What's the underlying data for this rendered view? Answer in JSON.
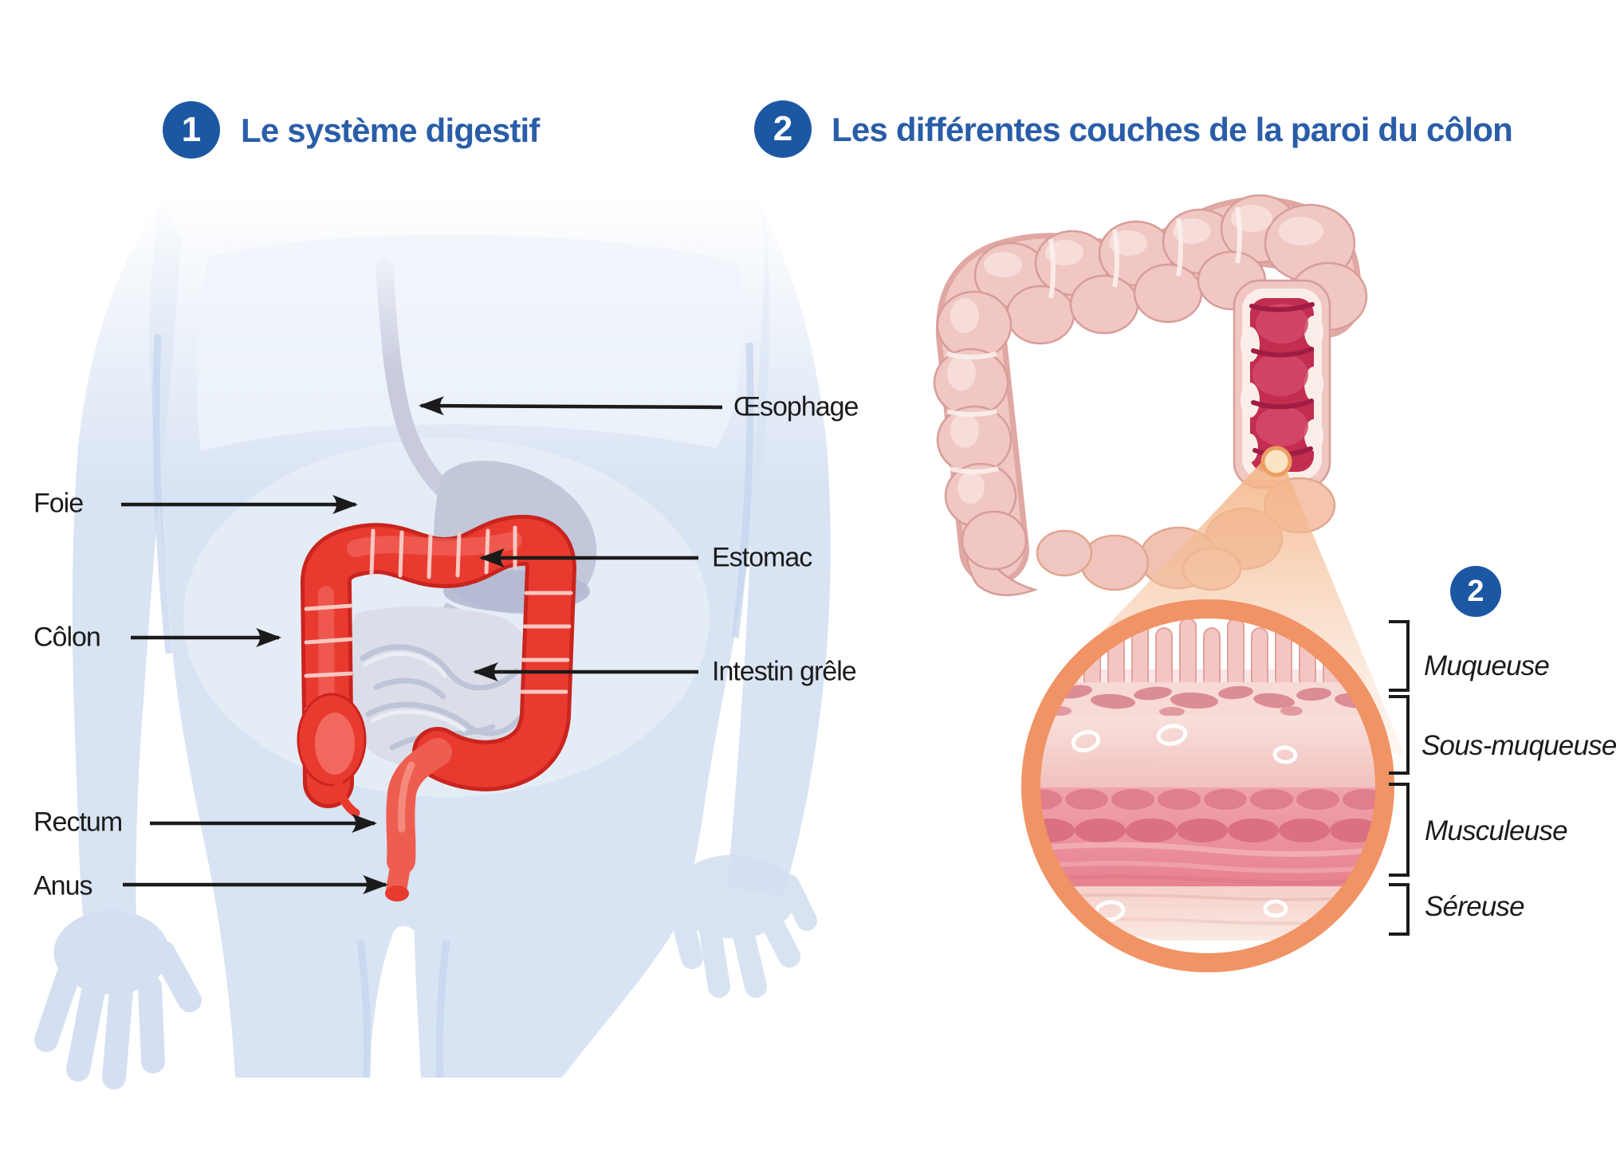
{
  "panel1": {
    "badge": "1",
    "title": "Le système digestif",
    "labels": {
      "foie": "Foie",
      "colon": "Côlon",
      "rectum": "Rectum",
      "anus": "Anus",
      "oesophage": "Œsophage",
      "estomac": "Estomac",
      "intestin_grele": "Intestin grêle"
    }
  },
  "panel2": {
    "badge": "2",
    "title": "Les différentes couches de la paroi du côlon",
    "zoom_badge": "2",
    "layers": [
      {
        "label": "Muqueuse"
      },
      {
        "label": "Sous-muqueuse"
      },
      {
        "label": "Musculeuse"
      },
      {
        "label": "Séreuse"
      }
    ]
  },
  "colors": {
    "accent_blue": "#1C57A4",
    "heading_blue": "#2A5DA8",
    "label_black": "#1B1B1B",
    "body_blue": "#D8E3F3",
    "organ_grey": "#C2C7DA",
    "colon_red": "#E93A30",
    "rectum_salmon": "#EE5E50",
    "colon_pink": "#F0C7C2",
    "lumen_crimson": "#C22D50",
    "zoom_ring_orange": "#F09365",
    "cone_peach": "#F3B282"
  }
}
